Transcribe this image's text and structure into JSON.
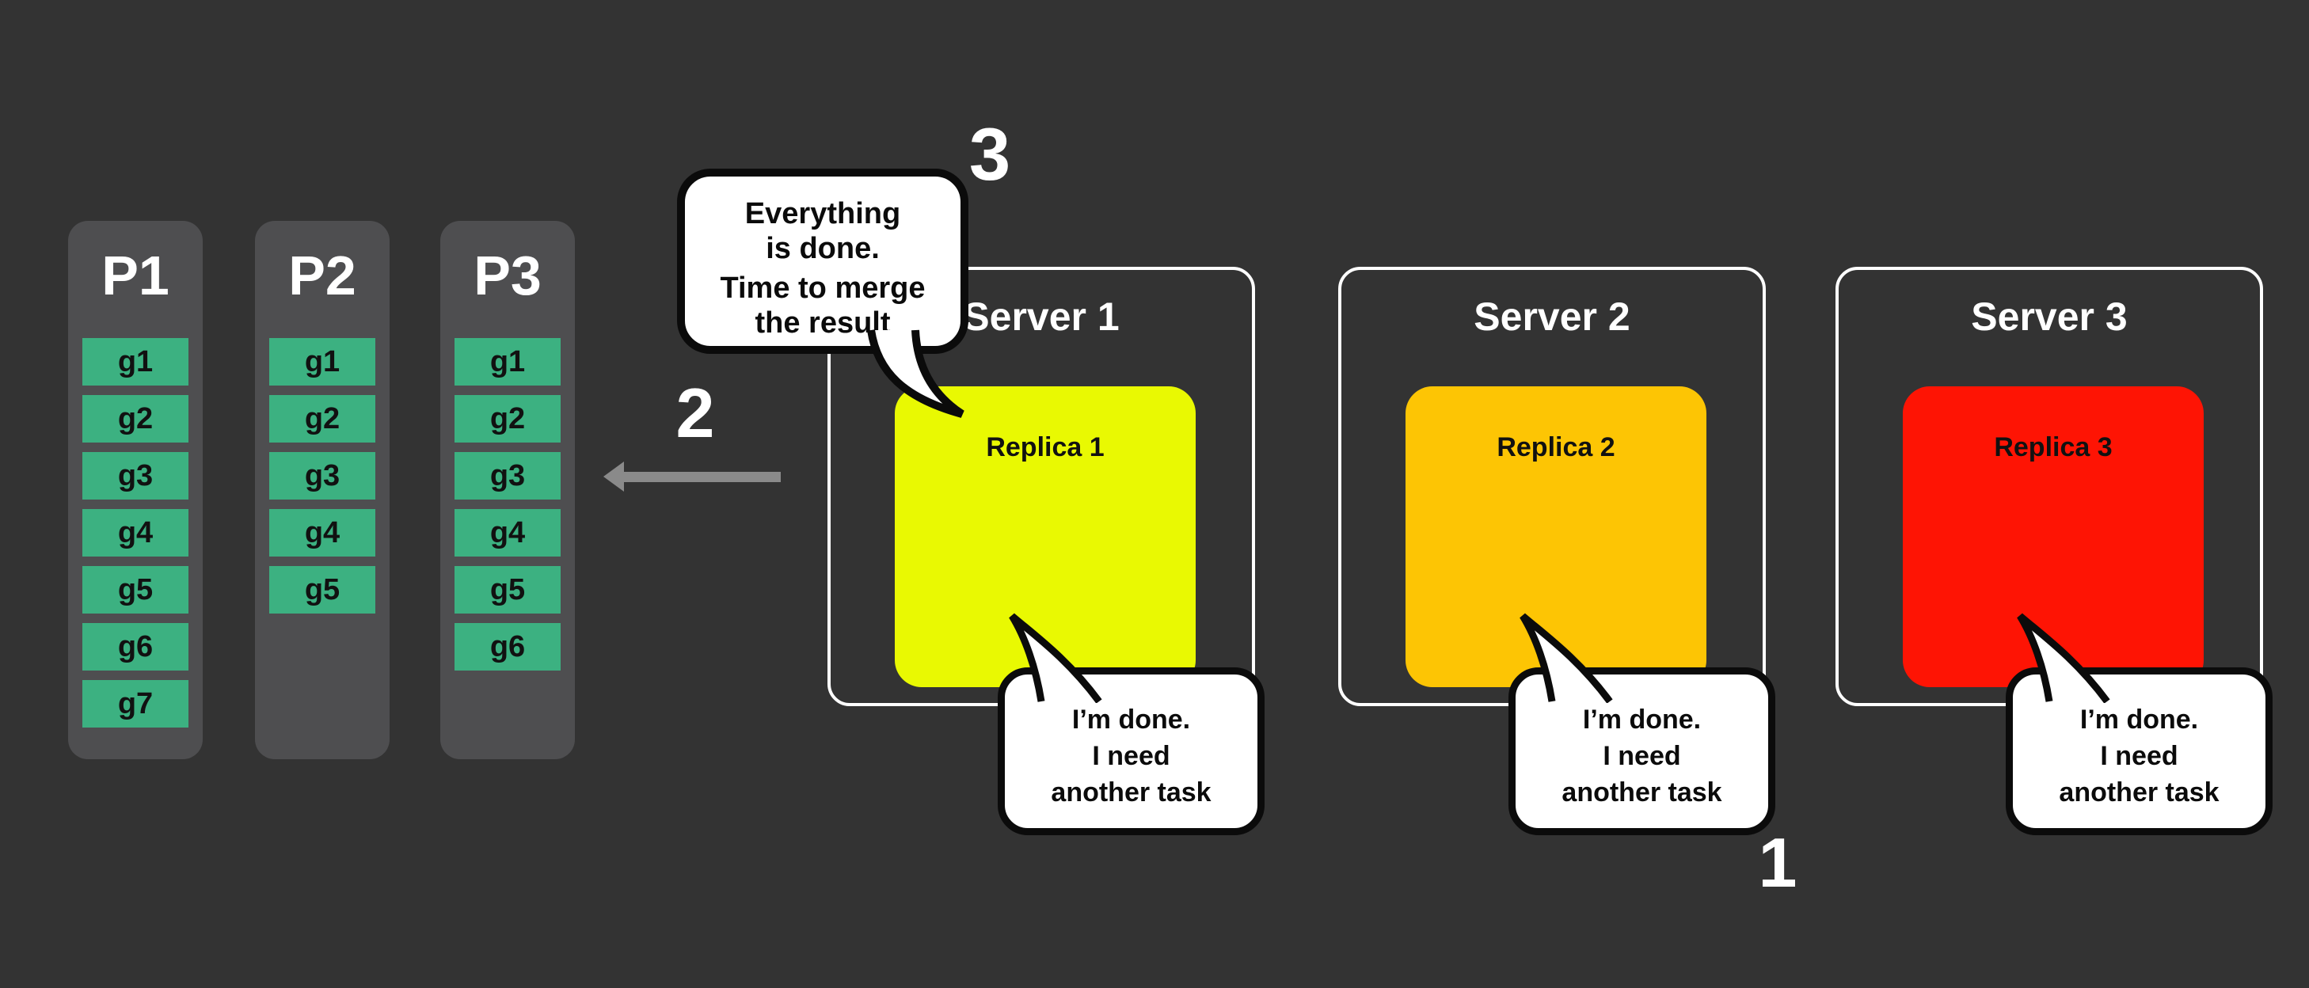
{
  "canvas": {
    "background": "#333333"
  },
  "colors": {
    "partition_box": "#4e4e50",
    "task_cell_green": "#3cb181",
    "server_border_white": "#ffffff",
    "arrow_gray": "#8a8a8a",
    "bubble_outline_black": "#0b0b0b",
    "step_number_white": "#ffffff"
  },
  "partitions": {
    "columns": [
      {
        "label": "P1",
        "tasks": [
          "g1",
          "g2",
          "g3",
          "g4",
          "g5",
          "g6",
          "g7"
        ]
      },
      {
        "label": "P2",
        "tasks": [
          "g1",
          "g2",
          "g3",
          "g4",
          "g5"
        ]
      },
      {
        "label": "P3",
        "tasks": [
          "g1",
          "g2",
          "g3",
          "g4",
          "g5",
          "g6"
        ]
      }
    ]
  },
  "merge_arrow": {
    "step_label": "2",
    "direction": "left",
    "color": "#8a8a8a"
  },
  "merge_bubble": {
    "step_label": "3",
    "lines": [
      "Everything",
      "is done.",
      "Time to merge",
      "the result"
    ]
  },
  "request_step_label": "1",
  "servers": [
    {
      "label": "Server 1",
      "replica": {
        "label": "Replica 1",
        "color": "#e9f902"
      },
      "bubble": {
        "lines": [
          "I’m done.",
          "I need",
          "another task"
        ]
      }
    },
    {
      "label": "Server 2",
      "replica": {
        "label": "Replica 2",
        "color": "#fdc504"
      },
      "bubble": {
        "lines": [
          "I’m done.",
          "I need",
          "another task"
        ]
      }
    },
    {
      "label": "Server 3",
      "replica": {
        "label": "Replica 3",
        "color": "#fe1404"
      },
      "bubble": {
        "lines": [
          "I’m done.",
          "I need",
          "another task"
        ]
      }
    }
  ]
}
